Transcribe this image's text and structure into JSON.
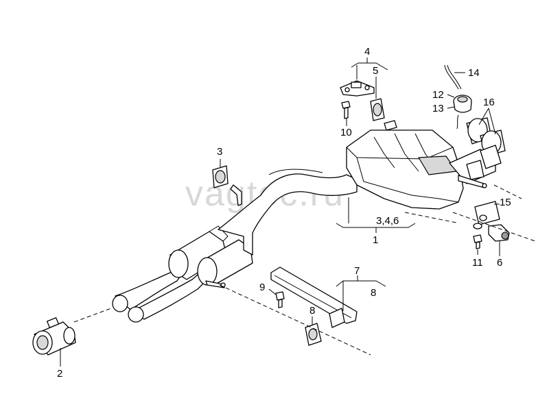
{
  "watermark": "vagtec.ru",
  "callouts": {
    "c1": "1",
    "c2": "2",
    "c3": "3",
    "c346": "3,4,6",
    "c4": "4",
    "c5": "5",
    "c6": "6",
    "c7": "7",
    "c8a": "8",
    "c8b": "8",
    "c9": "9",
    "c10": "10",
    "c11": "11",
    "c12": "12",
    "c13": "13",
    "c14": "14",
    "c15": "15",
    "c16": "16"
  }
}
